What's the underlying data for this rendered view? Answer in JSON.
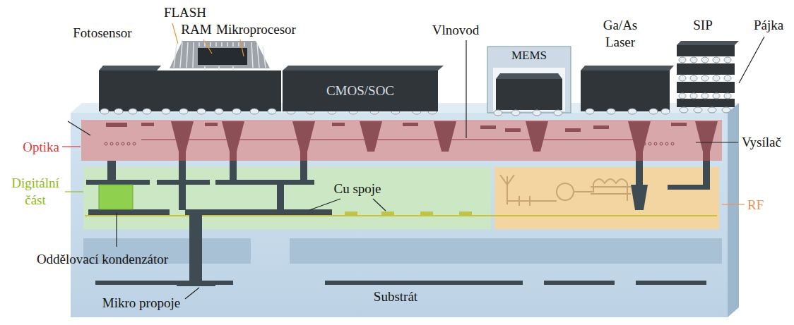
{
  "diagram": {
    "nodes": [
      {
        "text": [
          "CMOS/SOC"
        ]
      },
      {
        "text": [
          "MEMS"
        ]
      }
    ],
    "labels": [
      "Fotosensor",
      "FLASH",
      "RAM",
      "Mikroprocesor",
      "Vlnovod",
      "Ga/As Laser",
      "SIP",
      "Pájka",
      "Optika",
      "Vysílač",
      "Digitální část",
      "Cu spoje",
      "RF",
      "Oddělovací kondenzátor",
      "Mikro propoje",
      "Substrát"
    ]
  }
}
